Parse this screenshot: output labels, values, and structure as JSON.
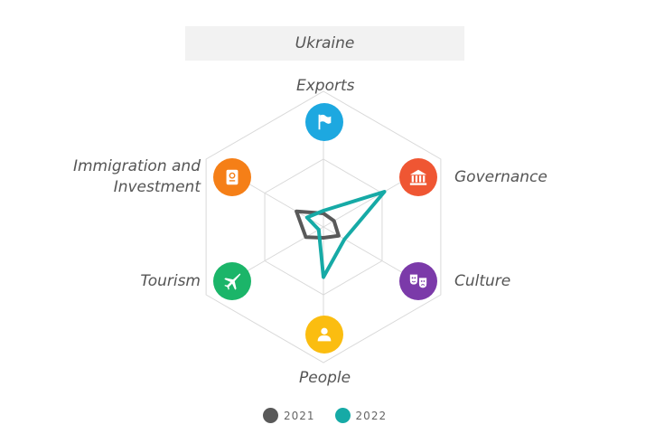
{
  "chart_data": {
    "type": "radar",
    "title": "Ukraine",
    "axes": [
      "Exports",
      "Governance",
      "Culture",
      "People",
      "Tourism",
      "Immigration and Investment"
    ],
    "range": [
      0,
      1
    ],
    "grid_rings": 2,
    "series": [
      {
        "name": "2021",
        "color": "#595959",
        "values": [
          0.1,
          0.09,
          0.13,
          0.08,
          0.15,
          0.23
        ]
      },
      {
        "name": "2022",
        "color": "#16aaa6",
        "values": [
          0.12,
          0.52,
          0.18,
          0.37,
          0.04,
          0.14
        ]
      }
    ]
  },
  "axis_icons": [
    {
      "axis": "Exports",
      "icon": "flag-icon",
      "color": "#1da8e0"
    },
    {
      "axis": "Governance",
      "icon": "government-building-icon",
      "color": "#ef5633"
    },
    {
      "axis": "Culture",
      "icon": "theater-masks-icon",
      "color": "#7b3aa9"
    },
    {
      "axis": "People",
      "icon": "person-icon",
      "color": "#fbbd10"
    },
    {
      "axis": "Tourism",
      "icon": "airplane-icon",
      "color": "#1bb569"
    },
    {
      "axis": "Immigration and Investment",
      "icon": "passport-icon",
      "color": "#f57f17"
    }
  ],
  "labels": {
    "exports": "Exports",
    "governance": "Governance",
    "culture": "Culture",
    "people": "People",
    "tourism": "Tourism",
    "immigration_line1": "Immigration and",
    "immigration_line2": "Investment"
  },
  "legend": [
    "2021",
    "2022"
  ]
}
